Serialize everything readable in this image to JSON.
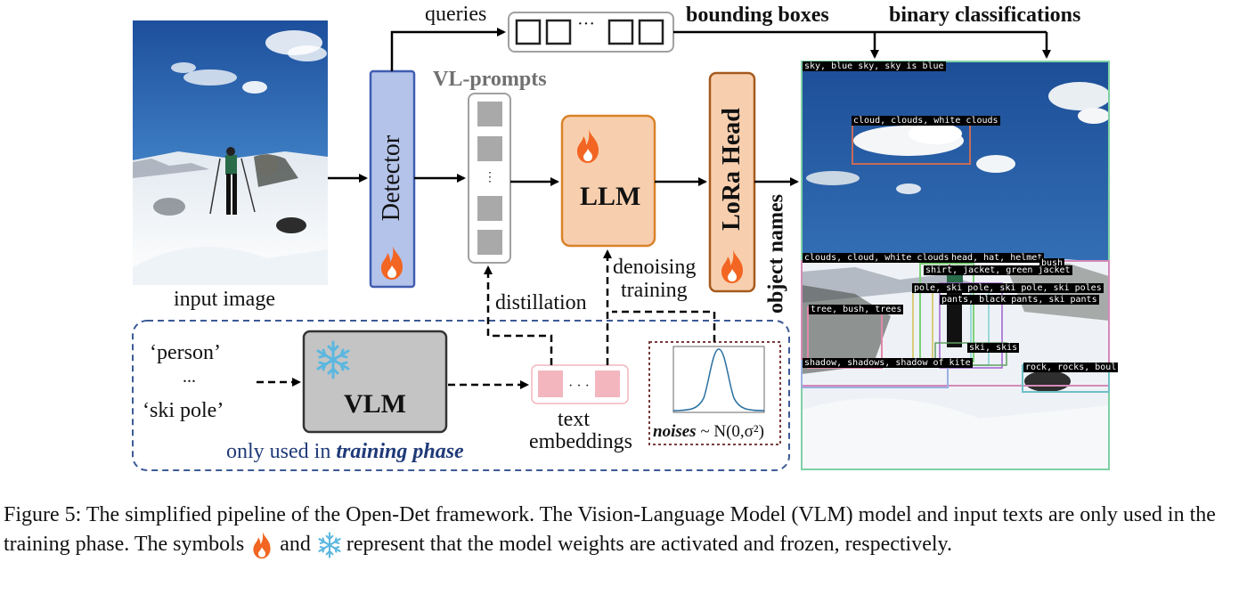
{
  "diagram": {
    "input_image_label": "input image",
    "detector_label": "Detector",
    "queries_label": "queries",
    "query_ellipsis": "···",
    "bounding_boxes_label": "bounding boxes",
    "binary_classifications_label": "binary classifications",
    "vl_prompts_label": "VL-prompts",
    "llm_label": "LLM",
    "lora_head_label": "LoRa Head",
    "object_names_label": "object names",
    "distillation_label": "distillation",
    "denoising_line1": "denoising",
    "denoising_line2": "training",
    "vlm_label": "VLM",
    "person_text": "‘person’",
    "dots_text": "...",
    "ski_pole_text": "‘ski pole’",
    "text_embeddings_line1": "text",
    "text_embeddings_line2": "embeddings",
    "only_used_prefix": "only used in ",
    "training_phase_text": "training phase",
    "noises_word": "noises",
    "noises_formula": " ~ N(0,σ²)",
    "detection_tags": [
      "sky, blue sky, sky is blue",
      "cloud, clouds, white clouds",
      "clouds, cloud, white clouds",
      "head, hat, helmet",
      "bush",
      "shirt, jacket, green jacket",
      "pole, ski pole, ski pole, ski poles",
      "pants, black pants, ski pants",
      "tree, bush, trees",
      "ski, skis",
      "shadow, shadows, shadow of kite",
      "rock, rocks, boul"
    ],
    "colors": {
      "detector_fill": "#b4c3ea",
      "detector_border": "#3f5db0",
      "llm_fill": "#f8cfae",
      "llm_border": "#d9822b",
      "lora_fill": "#f8cfae",
      "lora_border": "#a55a1e",
      "vlm_fill": "#c4c4c4",
      "dashed_border": "#3c5a96",
      "noise_border": "#7a3c3c",
      "embedding_fill": "#f3b6bf",
      "flame": "#f26522",
      "snowflake": "#5bb7e0",
      "training_phase": "#1f3a78"
    }
  },
  "caption": {
    "part1": "Figure 5: The simplified pipeline of the Open-Det framework. The Vision-Language Model (VLM) model and input texts are only used in the training phase. The symbols ",
    "part2": " and ",
    "part3": " represent that the model weights are activated and frozen, respectively."
  }
}
